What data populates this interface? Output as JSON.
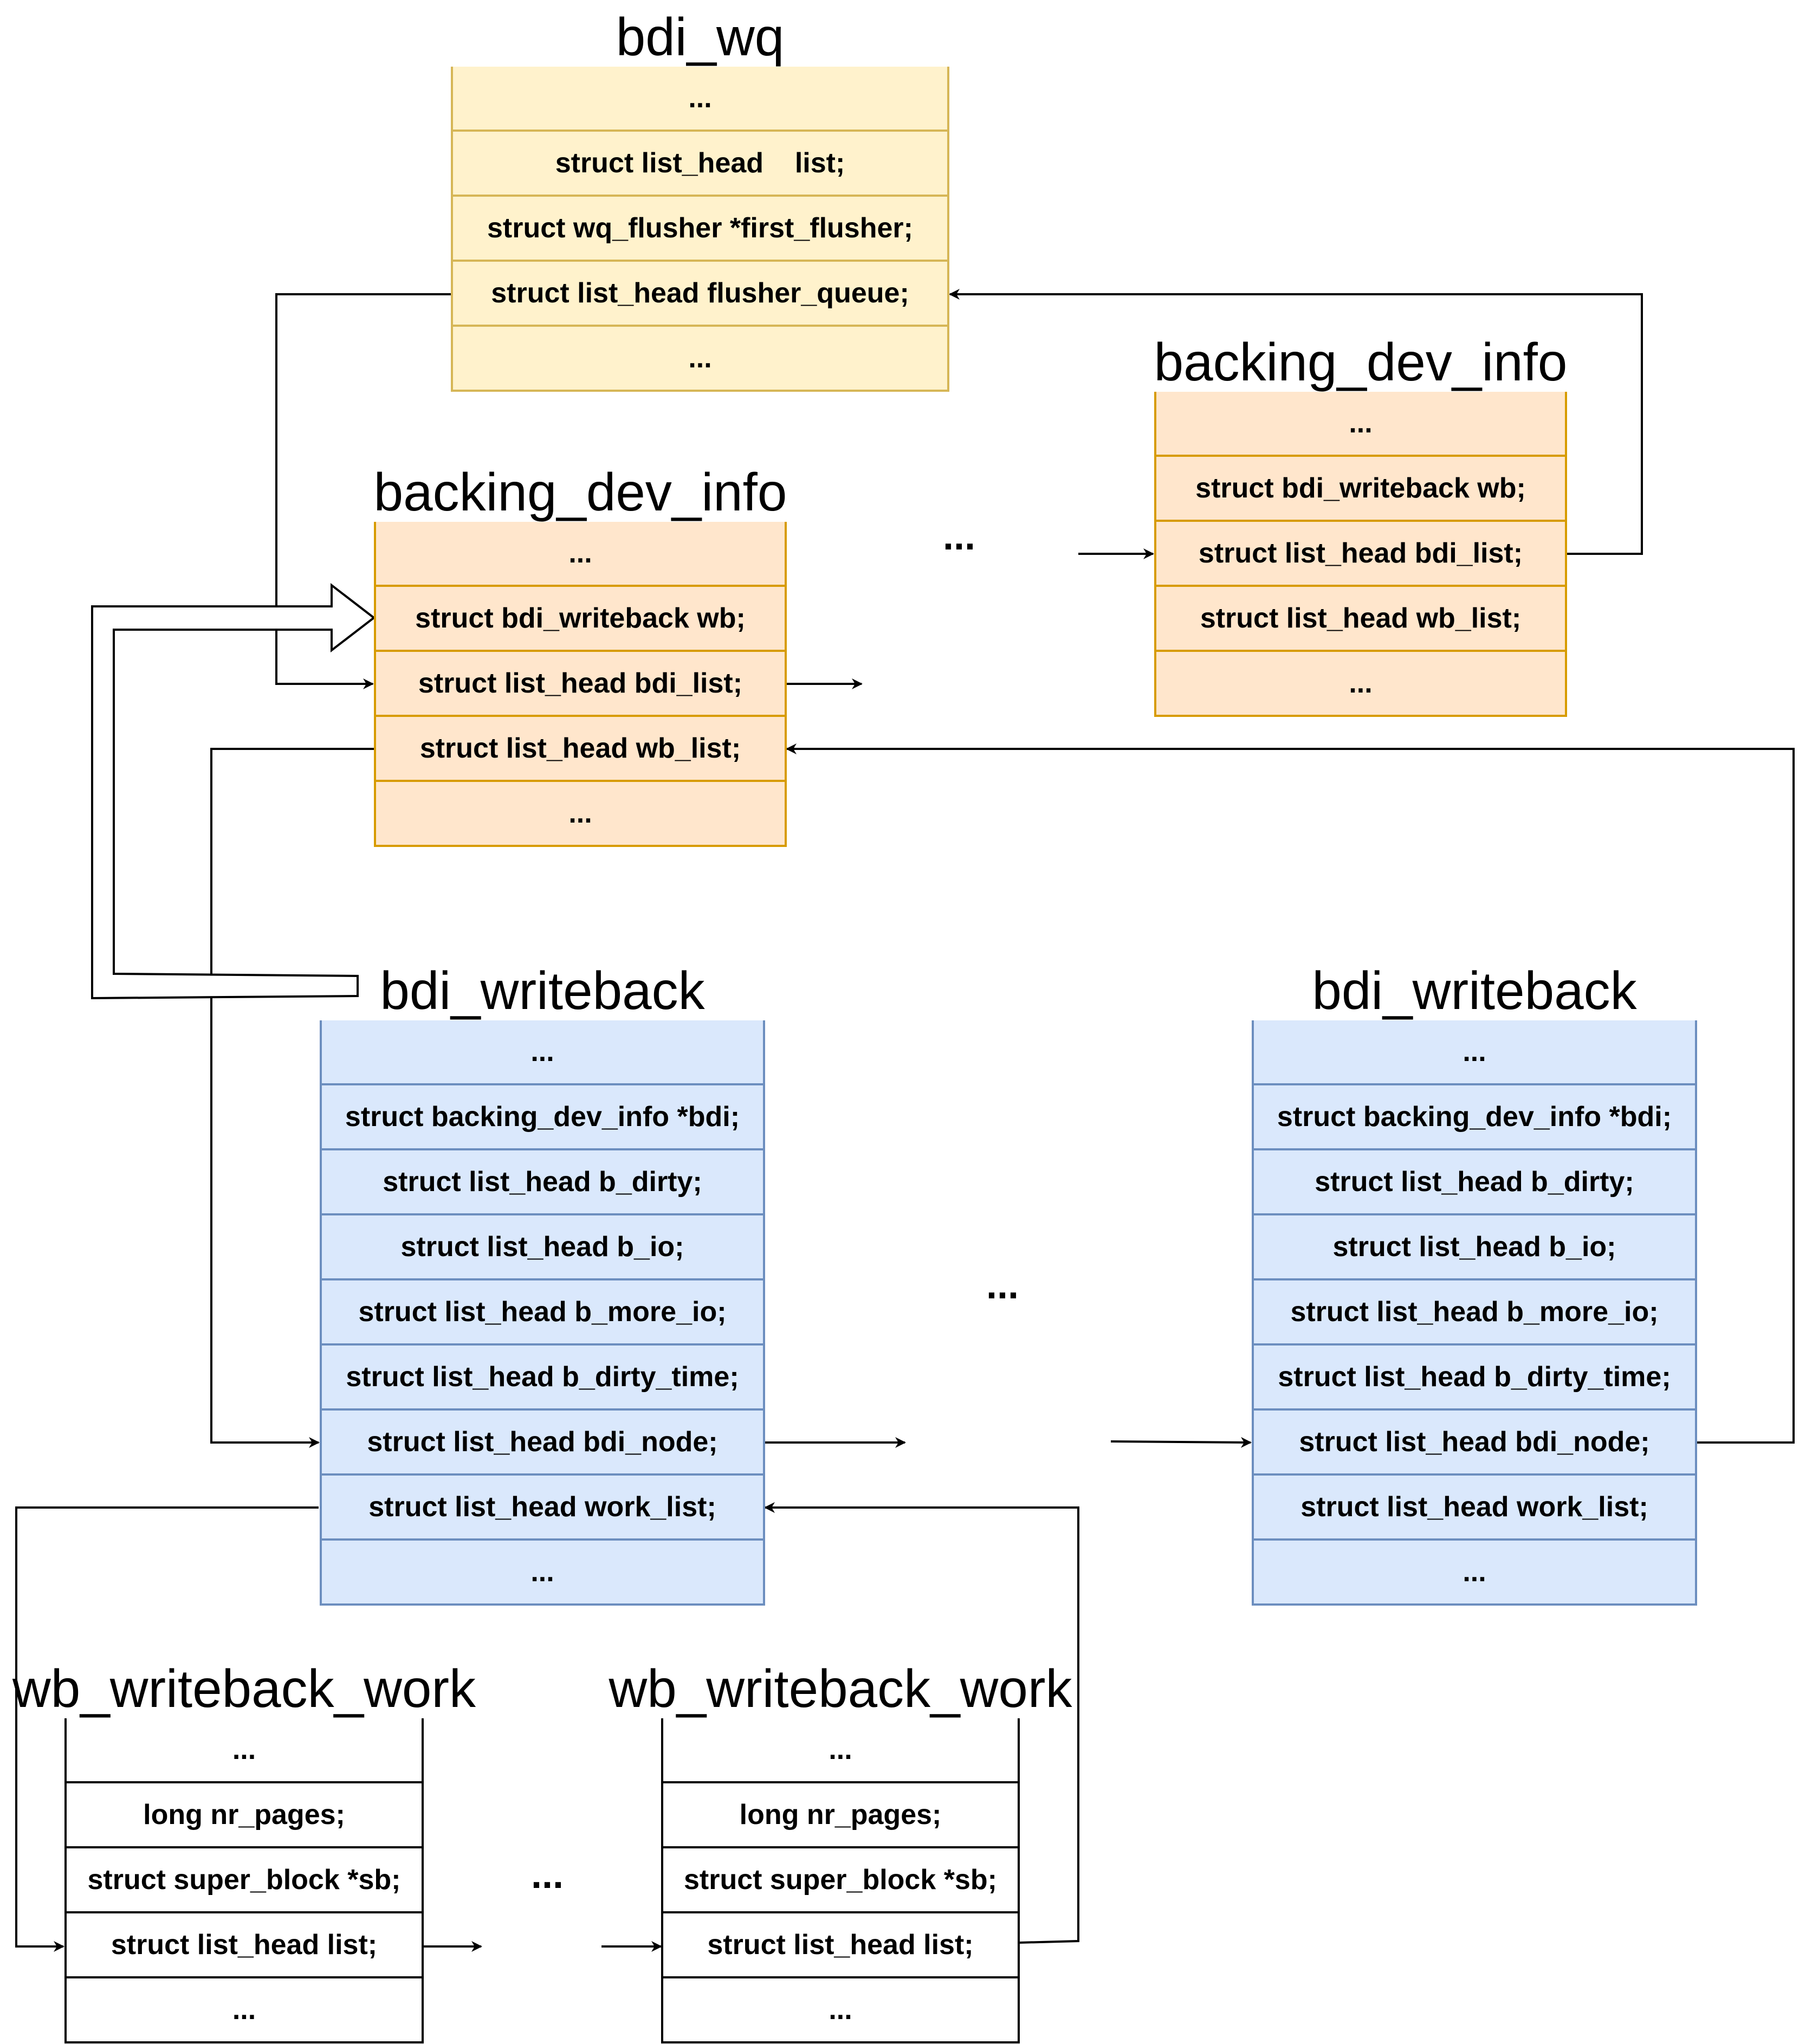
{
  "bdi_wq": {
    "title": "bdi_wq",
    "fields": [
      "...",
      "struct list_head    list;",
      "struct wq_flusher *first_flusher;",
      "struct list_head flusher_queue;",
      "..."
    ]
  },
  "bdi_left": {
    "title": "backing_dev_info",
    "fields": [
      "...",
      "struct bdi_writeback wb;",
      "struct list_head bdi_list;",
      "struct list_head wb_list;",
      "..."
    ]
  },
  "bdi_right": {
    "title": "backing_dev_info",
    "fields": [
      "...",
      "struct bdi_writeback wb;",
      "struct list_head bdi_list;",
      "struct list_head wb_list;",
      "..."
    ]
  },
  "wb_left": {
    "title": "bdi_writeback",
    "fields": [
      "...",
      "struct backing_dev_info *bdi;",
      "struct list_head b_dirty;",
      "struct list_head b_io;",
      "struct list_head b_more_io;",
      "struct list_head b_dirty_time;",
      "struct list_head bdi_node;",
      "struct list_head work_list;",
      "..."
    ]
  },
  "wb_right": {
    "title": "bdi_writeback",
    "fields": [
      "...",
      "struct backing_dev_info *bdi;",
      "struct list_head b_dirty;",
      "struct list_head b_io;",
      "struct list_head b_more_io;",
      "struct list_head b_dirty_time;",
      "struct list_head bdi_node;",
      "struct list_head work_list;",
      "..."
    ]
  },
  "work_left": {
    "title": "wb_writeback_work",
    "fields": [
      "...",
      "long nr_pages;",
      "struct super_block *sb;",
      "struct list_head list;",
      "..."
    ]
  },
  "work_right": {
    "title": "wb_writeback_work",
    "fields": [
      "...",
      "long nr_pages;",
      "struct super_block *sb;",
      "struct list_head list;",
      "..."
    ]
  },
  "ellipses": {
    "bdi_gap": "...",
    "wb_gap": "...",
    "work_gap": "..."
  },
  "colors": {
    "yellow_fill": "#fff2cc",
    "yellow_stroke": "#d6b656",
    "orange_fill": "#ffe6cc",
    "orange_stroke": "#d79b00",
    "blue_fill": "#dae8fc",
    "blue_stroke": "#6c8ebf",
    "white_fill": "#ffffff",
    "white_stroke": "#000000"
  }
}
